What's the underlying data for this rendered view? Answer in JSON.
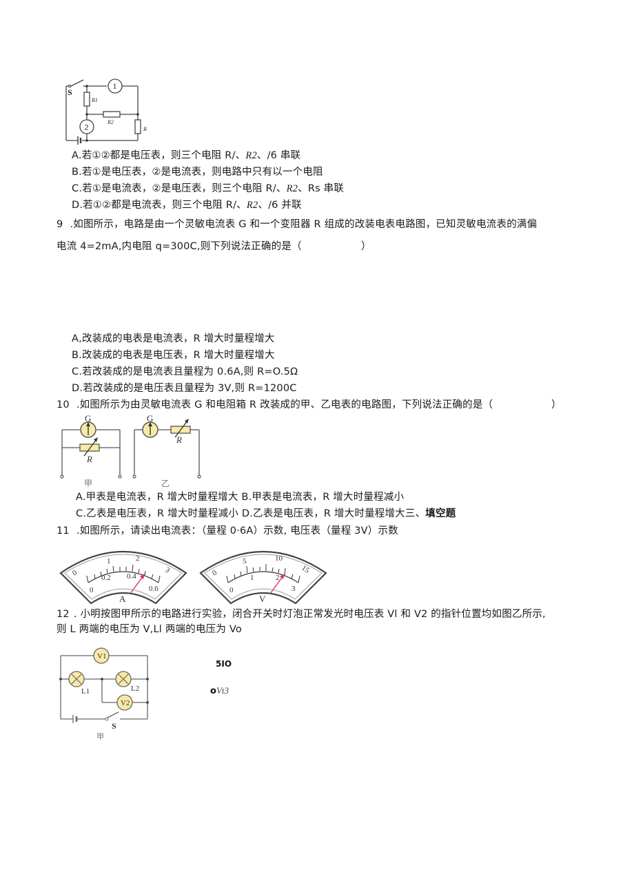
{
  "q8": {
    "figure": {
      "switch_label": "S",
      "meter1_label": "1",
      "meter2_label": "2",
      "r1_label": "R1",
      "r2_label": "R2",
      "r3_label": "R3"
    },
    "options": [
      {
        "key": "A.",
        "text_a": "若①②都是电压表，则三个电阻 R/、",
        "text_it": "R2",
        "text_b": "、/6 串联"
      },
      {
        "key": "B.",
        "text": "若①是电压表，②是电流表，则电路中只有以一个电阻"
      },
      {
        "key": "C.",
        "text_a": "若①是电流表，②是电压表，则三个电阻 R/、",
        "text_it": "R2",
        "text_b": "、Rs 串联"
      },
      {
        "key": "D.",
        "text_a": "若①②都是电流表，则三个电阻 R/、",
        "text_it": "R2",
        "text_b": "、/6 并联"
      }
    ]
  },
  "q9": {
    "number": "9",
    "line1": ".如图所示，电路是由一个灵敏电流表 G 和一个变阻器 R 组成的改装电表电路图，已知灵敏电流表的满偏",
    "line2": "电流 4=2mA,内电阻 q=300C,则下列说法正确的是（",
    "line2_end": "）",
    "options": [
      {
        "key": "A,",
        "text": "改装成的电表是电流表，R 增大时量程增大"
      },
      {
        "key": "B.",
        "text": "改装成的电表是电压表，R 增大时量程增大"
      },
      {
        "key": "C.",
        "text": "若改装成的是电流表且量程为 0.6A,则 R=O.5Ω"
      },
      {
        "key": "D.",
        "text": "若改装成的是电压表且量程为 3V,则 R=1200C"
      }
    ]
  },
  "q10": {
    "number": "10",
    "line1": ".如图所示为由灵敏电流表 G 和电阻箱 R 改装成的甲、乙电表的电路图，下列说法正确的是（",
    "line1_end": "）",
    "figure": {
      "g_label": "G",
      "r_label": "R",
      "left_caption": "甲",
      "right_caption": "乙"
    },
    "options_line1": "A.甲表是电流表，R 增大时量程增大 B.甲表是电流表，R 增大时量程减小",
    "options_line2": "C.乙表是电压表，R 增大时量程减小 D.乙表是电压表，R 增大时量程增大三、",
    "section_title": "填空题"
  },
  "q11": {
    "number": "11",
    "line1": ".如图所示，请读出电流表：（量程 0·6A）示数, 电压表（量程 3V）示数",
    "ammeter": {
      "unit": "A",
      "outer_ticks": [
        "0",
        "1",
        "2",
        "3"
      ],
      "inner_ticks": [
        "0",
        "0.2",
        "0.4",
        "0.6"
      ],
      "needle_color": "#d0356a"
    },
    "voltmeter": {
      "unit": "V",
      "outer_ticks": [
        "0",
        "5",
        "10",
        "15"
      ],
      "inner_ticks": [
        "0",
        "1",
        "2",
        "3"
      ],
      "needle_color": "#d0356a"
    }
  },
  "q12": {
    "number": "12",
    "line1": ". 小明按图甲所示的电路进行实验，闭合开关时灯泡正常发光时电压表 Vl 和 V2 的指针位置均如图乙所示,",
    "line2": "则 L 两端的电压为 V,Ll 两端的电压为 Vo",
    "figure": {
      "v1_label": "V1",
      "v2_label": "V2",
      "l1_label": "L1",
      "l2_label": "L2",
      "switch_label": "S",
      "caption": "甲"
    },
    "fragment1": "5IO",
    "fragment2_a": "o",
    "fragment2_b": "Vt3"
  }
}
